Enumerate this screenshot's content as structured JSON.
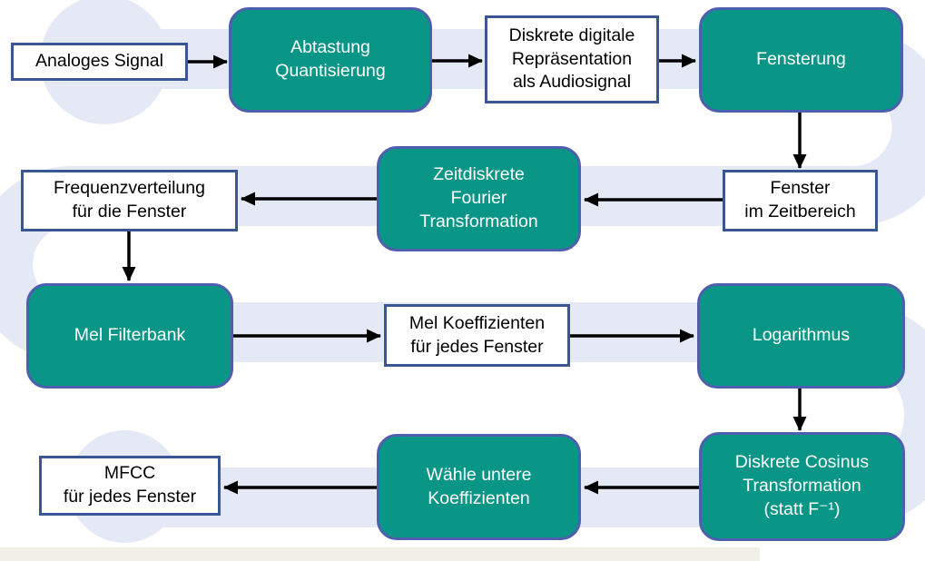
{
  "diagram": {
    "name": "mfcc-processing-flow",
    "language": "de"
  },
  "theme": {
    "background": "#FFFFFF",
    "process_fill": "#0A9687",
    "process_border": "#4D5FAD",
    "process_text": "#FFFFFF",
    "data_fill": "#FFFFFF",
    "data_border": "#3A5795",
    "data_text": "#000000",
    "flow_band": "#E4E9F5",
    "arrow": "#000000",
    "bottom_strip": "#F2EFE7"
  },
  "nodes": {
    "analoges_signal": {
      "label": "Analoges Signal",
      "kind": "data"
    },
    "abtastung_quantisierung": {
      "label": "Abtastung\nQuantisierung",
      "kind": "process"
    },
    "diskrete_digitale_repraesentation": {
      "label": "Diskrete digitale\nRepräsentation\nals Audiosignal",
      "kind": "data"
    },
    "fensterung": {
      "label": "Fensterung",
      "kind": "process"
    },
    "fenster_im_zeitbereich": {
      "label": "Fenster\nim Zeitbereich",
      "kind": "data"
    },
    "zeitdiskrete_fourier_transformation": {
      "label": "Zeitdiskrete\nFourier\nTransformation",
      "kind": "process"
    },
    "frequenzverteilung": {
      "label": "Frequenzverteilung\nfür die Fenster",
      "kind": "data"
    },
    "mel_filterbank": {
      "label": "Mel Filterbank",
      "kind": "process"
    },
    "mel_koeffizienten": {
      "label": "Mel Koeffizienten\nfür jedes Fenster",
      "kind": "data"
    },
    "logarithmus": {
      "label": "Logarithmus",
      "kind": "process"
    },
    "diskrete_cosinus_transformation": {
      "label": "Diskrete Cosinus\nTransformation\n(statt F⁻¹)",
      "kind": "process"
    },
    "waehle_untere_koeffizienten": {
      "label": "Wähle untere\nKoeffizienten",
      "kind": "process"
    },
    "mfcc": {
      "label": "MFCC\nfür jedes Fenster",
      "kind": "data"
    }
  },
  "edges": [
    {
      "from": "analoges_signal",
      "to": "abtastung_quantisierung"
    },
    {
      "from": "abtastung_quantisierung",
      "to": "diskrete_digitale_repraesentation"
    },
    {
      "from": "diskrete_digitale_repraesentation",
      "to": "fensterung"
    },
    {
      "from": "fensterung",
      "to": "fenster_im_zeitbereich"
    },
    {
      "from": "fenster_im_zeitbereich",
      "to": "zeitdiskrete_fourier_transformation"
    },
    {
      "from": "zeitdiskrete_fourier_transformation",
      "to": "frequenzverteilung"
    },
    {
      "from": "frequenzverteilung",
      "to": "mel_filterbank"
    },
    {
      "from": "mel_filterbank",
      "to": "mel_koeffizienten"
    },
    {
      "from": "mel_koeffizienten",
      "to": "logarithmus"
    },
    {
      "from": "logarithmus",
      "to": "diskrete_cosinus_transformation"
    },
    {
      "from": "diskrete_cosinus_transformation",
      "to": "waehle_untere_koeffizienten"
    },
    {
      "from": "waehle_untere_koeffizienten",
      "to": "mfcc"
    }
  ]
}
